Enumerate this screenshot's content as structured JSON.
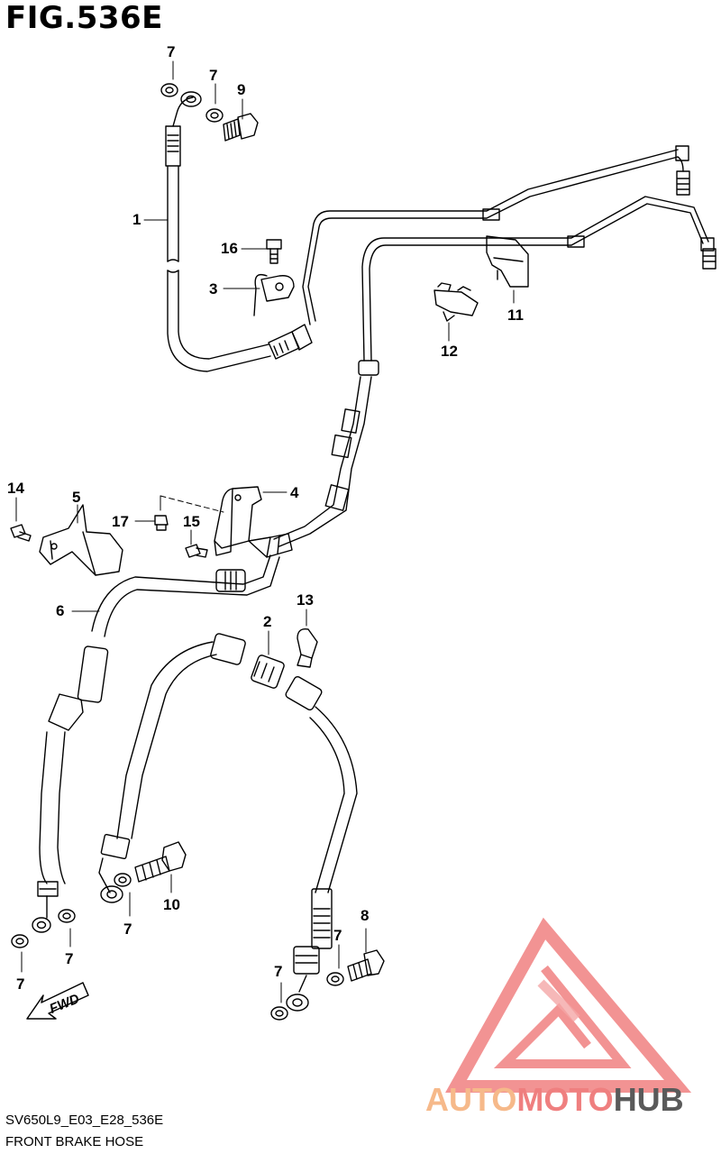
{
  "figure": {
    "title": "FIG.536E",
    "code": "SV650L9_E03_E28_536E",
    "name": "FRONT BRAKE HOSE"
  },
  "callouts": [
    {
      "id": "c1",
      "number": "7"
    },
    {
      "id": "c2",
      "number": "7"
    },
    {
      "id": "c3",
      "number": "9"
    },
    {
      "id": "c4",
      "number": "1"
    },
    {
      "id": "c5",
      "number": "16"
    },
    {
      "id": "c6",
      "number": "3"
    },
    {
      "id": "c7",
      "number": "11"
    },
    {
      "id": "c8",
      "number": "12"
    },
    {
      "id": "c9",
      "number": "14"
    },
    {
      "id": "c10",
      "number": "5"
    },
    {
      "id": "c11",
      "number": "17"
    },
    {
      "id": "c12",
      "number": "15"
    },
    {
      "id": "c13",
      "number": "4"
    },
    {
      "id": "c14",
      "number": "6"
    },
    {
      "id": "c15",
      "number": "13"
    },
    {
      "id": "c16",
      "number": "2"
    },
    {
      "id": "c17",
      "number": "10"
    },
    {
      "id": "c18",
      "number": "7"
    },
    {
      "id": "c19",
      "number": "7"
    },
    {
      "id": "c20",
      "number": "7"
    },
    {
      "id": "c21",
      "number": "8"
    },
    {
      "id": "c22",
      "number": "7"
    },
    {
      "id": "c23",
      "number": "7"
    }
  ],
  "fwd_label": "FWD",
  "watermark": {
    "part1": "AUTO",
    "part2": "MOTO",
    "part3": "HUB",
    "colors": {
      "auto": "#f6b98a",
      "moto": "#ef7f7f",
      "hub": "#5a5a5a",
      "triangle": "#f08080"
    }
  }
}
